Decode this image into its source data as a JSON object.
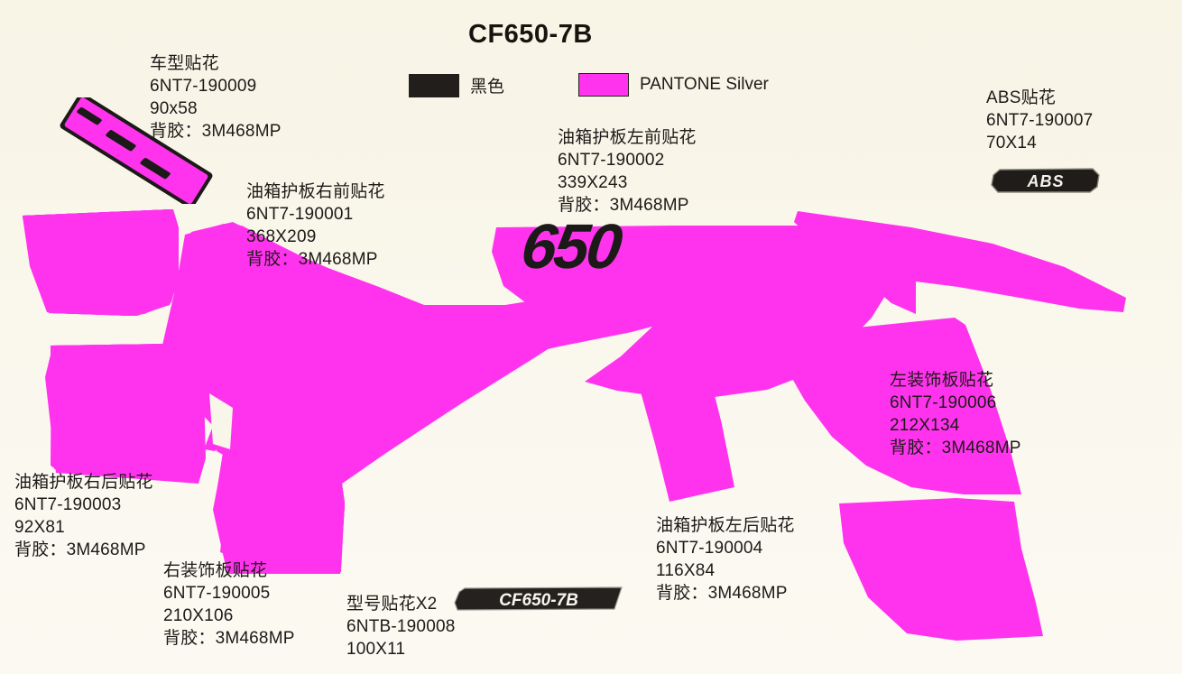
{
  "title": "CF650-7B",
  "colors": {
    "background": "#f8f5e9",
    "decal_magenta": "#ff33ee",
    "decal_black": "#211e1c",
    "text": "#1d1a18"
  },
  "legend": {
    "items": [
      {
        "name": "black-swatch",
        "label": "黑色",
        "color": "#211e1c"
      },
      {
        "name": "pantone-silver-swatch",
        "label": "PANTONE Silver",
        "color": "#ff33ee"
      }
    ]
  },
  "badges": {
    "abs": "ABS",
    "model": "CF650-7B",
    "displacement": "650"
  },
  "parts": [
    {
      "key": "vehicle_model_decal",
      "name": "车型贴花",
      "part_number": "6NT7-190009",
      "size": "90x58",
      "adhesive": "背胶：3M468MP"
    },
    {
      "key": "tank_guard_right_front",
      "name": "油箱护板右前贴花",
      "part_number": "6NT7-190001",
      "size": "368X209",
      "adhesive": "背胶：3M468MP"
    },
    {
      "key": "tank_guard_left_front",
      "name": "油箱护板左前贴花",
      "part_number": "6NT7-190002",
      "size": "339X243",
      "adhesive": "背胶：3M468MP"
    },
    {
      "key": "abs_decal",
      "name": "ABS贴花",
      "part_number": "6NT7-190007",
      "size": "70X14",
      "adhesive": ""
    },
    {
      "key": "left_trim_panel",
      "name": "左装饰板贴花",
      "part_number": "6NT7-190006",
      "size": "212X134",
      "adhesive": "背胶：3M468MP"
    },
    {
      "key": "tank_guard_right_rear",
      "name": "油箱护板右后贴花",
      "part_number": "6NT7-190003",
      "size": "92X81",
      "adhesive": "背胶：3M468MP"
    },
    {
      "key": "right_trim_panel",
      "name": "右装饰板贴花",
      "part_number": "6NT7-190005",
      "size": "210X106",
      "adhesive": "背胶：3M468MP"
    },
    {
      "key": "model_decal_x2",
      "name": "型号贴花X2",
      "part_number": "6NTB-190008",
      "size": "100X11",
      "adhesive": ""
    },
    {
      "key": "tank_guard_left_rear",
      "name": "油箱护板左后贴花",
      "part_number": "6NT7-190004",
      "size": "116X84",
      "adhesive": "背胶：3M468MP"
    }
  ]
}
